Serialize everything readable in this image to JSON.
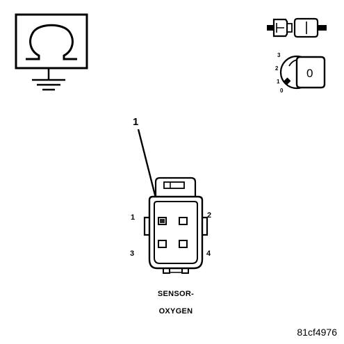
{
  "ohmmeter_icon": {
    "name": "ohmmeter-ground-icon"
  },
  "ignition_icon": {
    "name": "ignition-key-position-icon",
    "positions": [
      "3",
      "2",
      "1",
      "0"
    ],
    "key_label": "0"
  },
  "connector": {
    "callout_number": "1",
    "pin_labels": [
      "1",
      "2",
      "3",
      "4"
    ],
    "caption_line1": "SENSOR-",
    "caption_line2": "OXYGEN"
  },
  "figure_id": "81cf4976"
}
